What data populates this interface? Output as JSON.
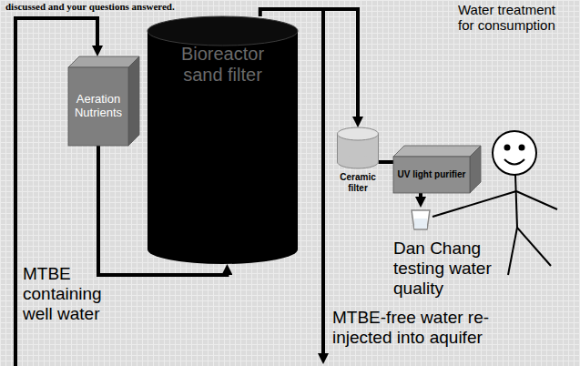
{
  "diagram": {
    "nodes": [
      {
        "text": [
          "Aeration Nutrients"
        ]
      },
      {
        "text": [
          "Bioreactor sand filter"
        ]
      },
      {
        "text": [
          "Ceramic filter"
        ]
      },
      {
        "text": [
          "UV light purifier"
        ]
      }
    ],
    "edges": [
      {
        "from": 0,
        "to": 1,
        "arrow": "to"
      },
      {
        "from": 1,
        "to": 2,
        "arrow": "to"
      },
      {
        "from": 2,
        "to": 3,
        "arrow": "none"
      }
    ],
    "labels": [
      "discussed and your questions answered.",
      "Water treatment for consumption",
      "Dan Chang testing water quality",
      "MTBE containing well water",
      "MTBE-free water re-injected into aquifer"
    ]
  }
}
